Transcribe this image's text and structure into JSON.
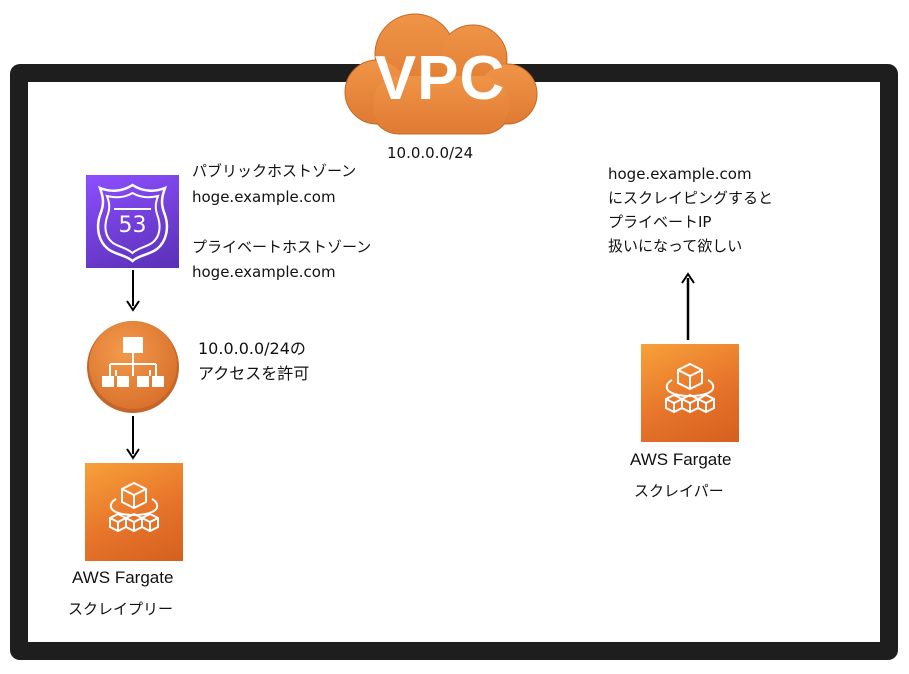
{
  "vpc": {
    "label": "VPC",
    "cidr": "10.0.0.0/24",
    "color": "#E8893F"
  },
  "route53": {
    "badge_number": "53",
    "public_zone_label": "パブリックホストゾーン",
    "public_zone_domain": "hoge.example.com",
    "private_zone_label": "プライベートホストゾーン",
    "private_zone_domain": "hoge.example.com",
    "icon": "route53-shield-icon",
    "color": "#7B42E0"
  },
  "load_balancer": {
    "icon": "load-balancer-icon",
    "note_line1": "10.0.0.0/24の",
    "note_line2": "アクセスを許可",
    "color": "#E8893F"
  },
  "fargate_left": {
    "title": "AWS Fargate",
    "subtitle": "スクレイプリー",
    "icon": "fargate-icon"
  },
  "fargate_right": {
    "title": "AWS Fargate",
    "subtitle": "スクレイパー",
    "icon": "fargate-icon"
  },
  "scraper_note": {
    "line1": "hoge.example.com",
    "line2": "にスクレイピングすると",
    "line3": "プライベートIP",
    "line4": "扱いになって欲しい"
  }
}
